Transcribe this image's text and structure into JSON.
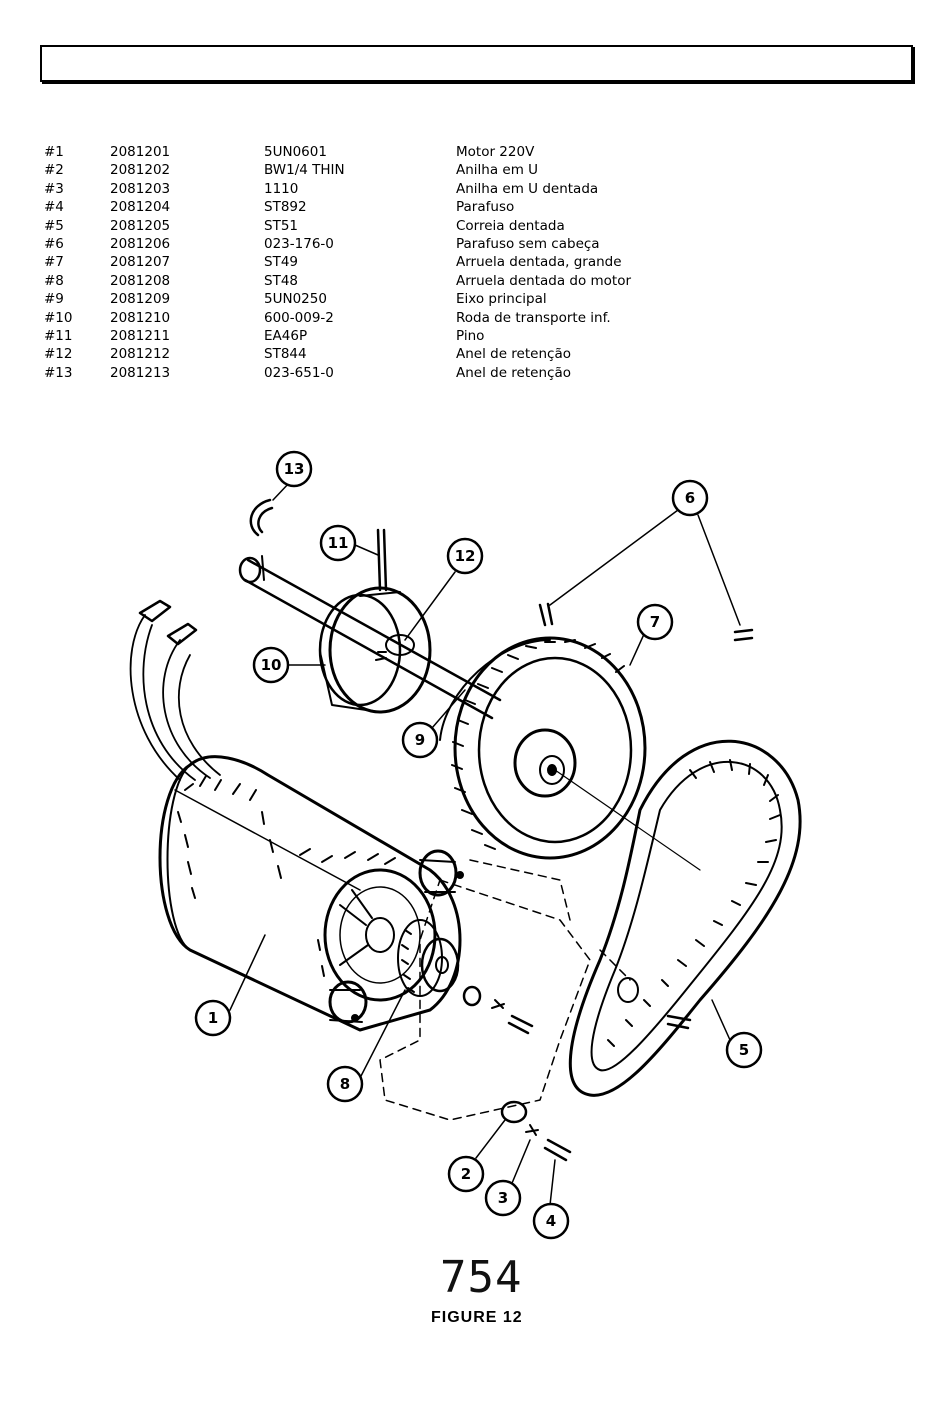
{
  "header": {
    "title": ""
  },
  "parts": [
    {
      "num": "#1",
      "code": "2081201",
      "ref": "5UN0601",
      "desc": "Motor 220V"
    },
    {
      "num": "#2",
      "code": "2081202",
      "ref": "BW1/4 THIN",
      "desc": "Anilha em U"
    },
    {
      "num": "#3",
      "code": "2081203",
      "ref": "1110",
      "desc": "Anilha em U dentada"
    },
    {
      "num": "#4",
      "code": "2081204",
      "ref": "ST892",
      "desc": "Parafuso"
    },
    {
      "num": "#5",
      "code": "2081205",
      "ref": "ST51",
      "desc": "Correia dentada"
    },
    {
      "num": "#6",
      "code": "2081206",
      "ref": "023-176-0",
      "desc": "Parafuso sem cabeça"
    },
    {
      "num": "#7",
      "code": "2081207",
      "ref": "ST49",
      "desc": "Arruela dentada, grande"
    },
    {
      "num": "#8",
      "code": "2081208",
      "ref": "ST48",
      "desc": "Arruela dentada do motor"
    },
    {
      "num": "#9",
      "code": "2081209",
      "ref": "5UN0250",
      "desc": "Eixo principal"
    },
    {
      "num": "#10",
      "code": "2081210",
      "ref": "600-009-2",
      "desc": "Roda de transporte inf."
    },
    {
      "num": "#11",
      "code": "2081211",
      "ref": "EA46P",
      "desc": "Pino"
    },
    {
      "num": "#12",
      "code": "2081212",
      "ref": "ST844",
      "desc": "Anel de retenção"
    },
    {
      "num": "#13",
      "code": "2081213",
      "ref": "023-651-0",
      "desc": "Anel de retenção"
    }
  ],
  "figure": {
    "number": "754",
    "caption": "FIGURE 12",
    "callouts": [
      "1",
      "2",
      "3",
      "4",
      "5",
      "6",
      "7",
      "8",
      "9",
      "10",
      "11",
      "12",
      "13"
    ]
  }
}
